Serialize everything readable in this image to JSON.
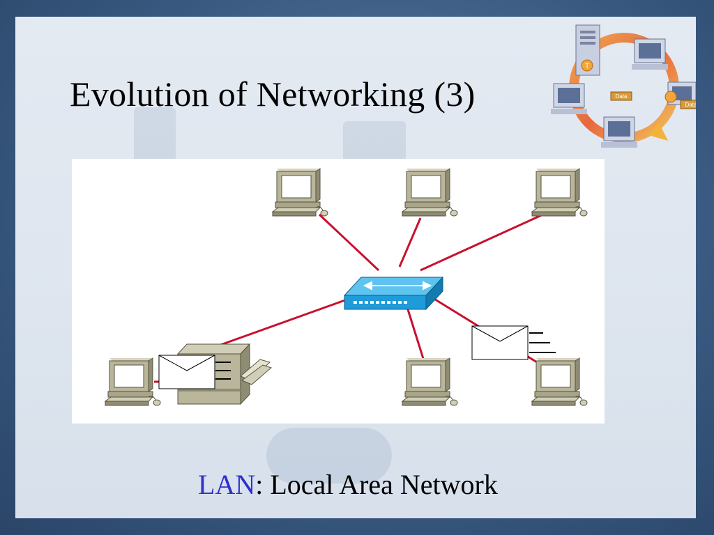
{
  "slide": {
    "title": "Evolution of Networking (3)",
    "caption_acronym": "LAN",
    "caption_rest": ": Local Area Network"
  },
  "logo": {
    "label_left": "Data",
    "label_right": "Data",
    "token_letter": "T"
  },
  "colors": {
    "link": "#c8102e",
    "switch": "#1e9bd8",
    "computer": "#b9b69b"
  },
  "diagram": {
    "hub": "switch",
    "nodes": [
      "computer-top-left",
      "computer-top-center",
      "computer-top-right",
      "computer-bottom-left",
      "printer",
      "computer-bottom-center",
      "computer-bottom-right"
    ],
    "messages": [
      "envelope-at-printer",
      "envelope-right"
    ]
  }
}
